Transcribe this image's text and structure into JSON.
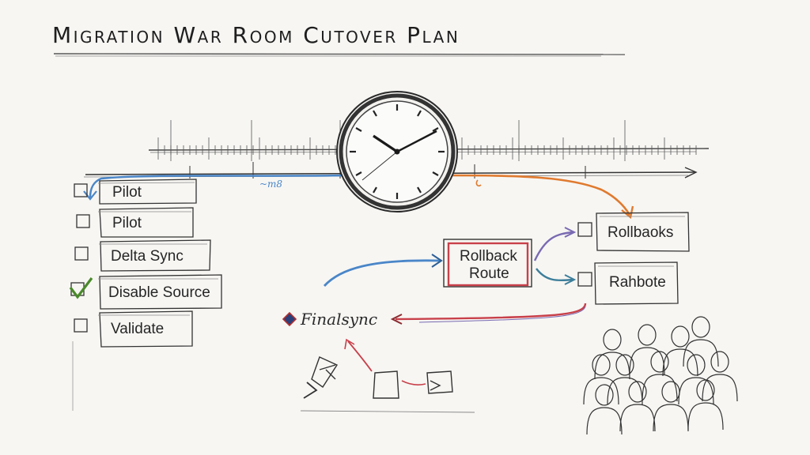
{
  "title": "Migration War Room Cutover Plan",
  "checklist": [
    {
      "label": "Pilot",
      "checked": false
    },
    {
      "label": "Pilot",
      "checked": false
    },
    {
      "label": "Delta Sync",
      "checked": false
    },
    {
      "label": "Disable Source",
      "checked": true
    },
    {
      "label": "Validate",
      "checked": false
    }
  ],
  "center_box": {
    "line1": "Rollback",
    "line2": "Route"
  },
  "right_boxes": [
    {
      "label": "Rollbaoks"
    },
    {
      "label": "Rahbote"
    }
  ],
  "final_sync_label": "Finalsync",
  "timeline_scribble": "~m8",
  "colors": {
    "blue": "#4a86c8",
    "orange": "#e07a2e",
    "red": "#c8404a",
    "green": "#4a8a2a",
    "ink": "#2a2a2a"
  }
}
